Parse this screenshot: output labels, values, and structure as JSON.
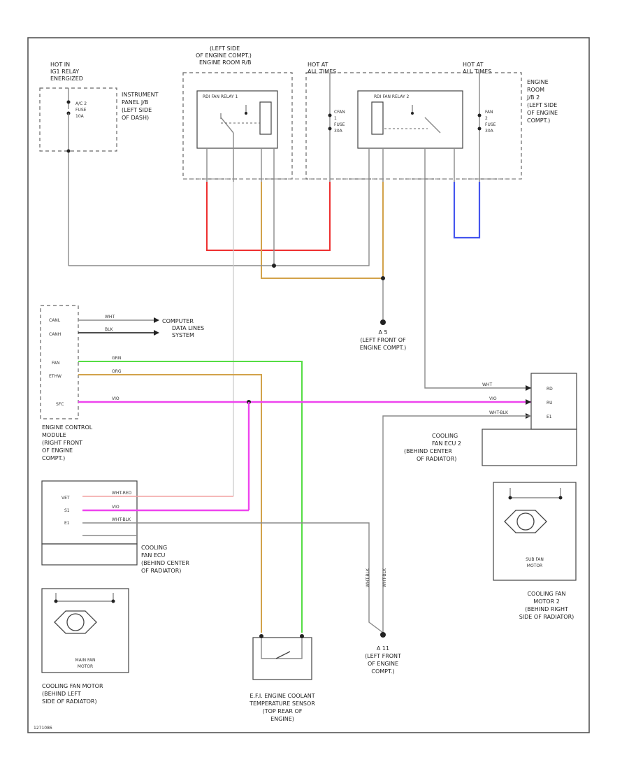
{
  "labels": {
    "hot_in_ig": "HOT IN\nIG1 RELAY\nENERGIZED",
    "instrument_panel_jb": "INSTRUMENT\nPANEL J/B\n(LEFT SIDE\nOF DASH)",
    "acc_fuse": "A/C 2\nFUSE\n10A",
    "left_side_engine": "(LEFT SIDE\nOF ENGINE COMPT.)\nENGINE ROOM R/B",
    "rad_fan_relay1": "RDI FAN RELAY 1",
    "hot_at_all_times_1": "HOT AT\nALL TIMES",
    "hot_at_all_times_2": "HOT AT\nALL TIMES",
    "rad_fan_relay2": "RDI FAN RELAY 2",
    "cfan_fuse": "CFAN\n1\nFUSE\n30A",
    "fan2_fuse": "FAN\n2\nFUSE\n30A",
    "engine_room_jb2": "ENGINE\nROOM\nJ/B 2\n(LEFT SIDE\nOF ENGINE\nCOMPT.)",
    "computer_data": "COMPUTER\nDATA LINES\nSYSTEM",
    "ecm_pins": [
      "CANL",
      "CANH",
      "FAN",
      "ETHW",
      "SFC"
    ],
    "ecm_label": "ENGINE CONTROL\nMODULE\n(RIGHT FRONT\nOF ENGINE\nCOMPT.)",
    "ground_a5": "A 5\n(LEFT FRONT OF\nENGINE COMPT.)",
    "cooling_fan_ecu_right": "COOLING\nFAN ECU 2\n(BEHIND CENTER\nOF RADIATOR)",
    "cooling_fan_ecu_left": "COOLING\nFAN ECU\n(BEHIND CENTER\nOF RADIATOR)",
    "sub_fan_motor": "SUB FAN\nMOTOR",
    "cooling_fan_motor2": "COOLING FAN\nMOTOR 2\n(BEHIND RIGHT\nSIDE OF RADIATOR)",
    "main_fan_motor": "MAIN FAN\nMOTOR",
    "cooling_fan_motor_left": "COOLING FAN MOTOR\n(BEHIND LEFT\nSIDE OF RADIATOR)",
    "ground_a11": "A 11\n(LEFT FRONT\nOF ENGINE\nCOMPT.)",
    "efi_sensor": "E.F.I. ENGINE COOLANT\nTEMPERATURE SENSOR\n(TOP REAR OF\nENGINE)",
    "ecu_right_pins": [
      "RD",
      "RU",
      "E1"
    ],
    "ecu_left_pins": [
      "VET",
      "S1",
      "E1"
    ],
    "footer_code": "1271086"
  },
  "wire_codes": {
    "wht": "WHT",
    "blk": "BLK",
    "grn": "GRN",
    "org": "ORG",
    "vio": "VIO",
    "wht_red": "WHT-RED",
    "wht_blk": "WHT-BLK",
    "red": "RED",
    "blu": "BLU"
  },
  "colors": {
    "red": "#ee3030",
    "tan": "#d2a24a",
    "green": "#55dd44",
    "pink": "#ee44ee",
    "blue": "#4455ee",
    "grey": "#8a8a8a"
  }
}
